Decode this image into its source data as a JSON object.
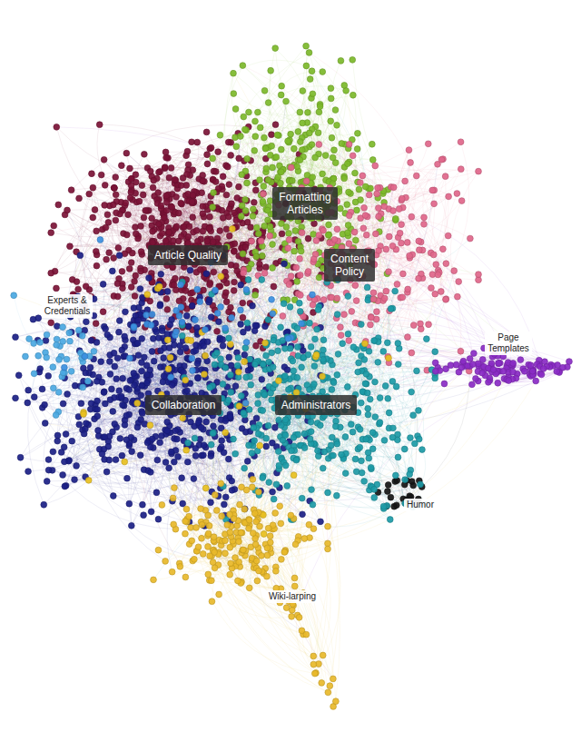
{
  "diagram": {
    "nodes": [
      {
        "text": [
          "Formatting Articles"
        ]
      },
      {
        "text": [
          "Article Quality"
        ]
      },
      {
        "text": [
          "Content Policy"
        ]
      },
      {
        "text": [
          "Collaboration"
        ]
      },
      {
        "text": [
          "Administrators"
        ]
      }
    ],
    "labels": [
      "Experts & Credentials",
      "Page Templates",
      "Humor",
      "Wiki-larping"
    ]
  }
}
